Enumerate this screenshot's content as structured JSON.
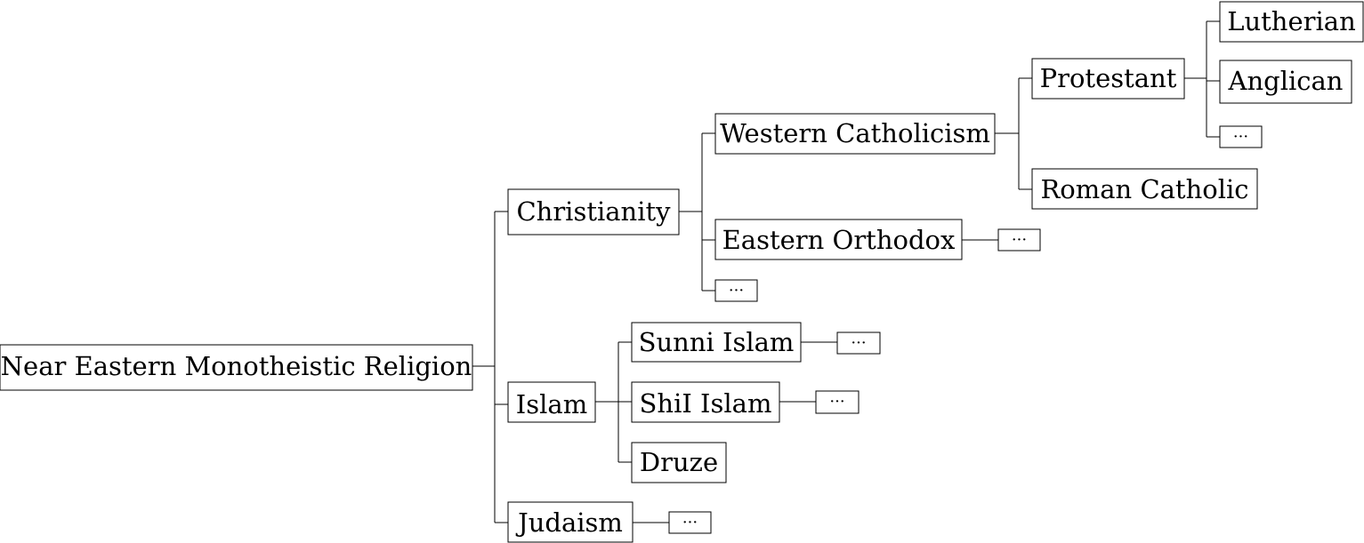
{
  "tree": {
    "root": "Near Eastern Monotheistic Religion",
    "christianity": "Christianity",
    "western_catholicism": "Western Catholicism",
    "protestant": "Protestant",
    "lutherian": "Lutherian",
    "anglican": "Anglican",
    "roman_catholic": "Roman Catholic",
    "eastern_orthodox": "Eastern Orthodox",
    "islam": "Islam",
    "sunni_islam": "Sunni Islam",
    "shii_islam": "ShiI Islam",
    "druze": "Druze",
    "judaism": "Judaism",
    "ellipsis": "···"
  }
}
